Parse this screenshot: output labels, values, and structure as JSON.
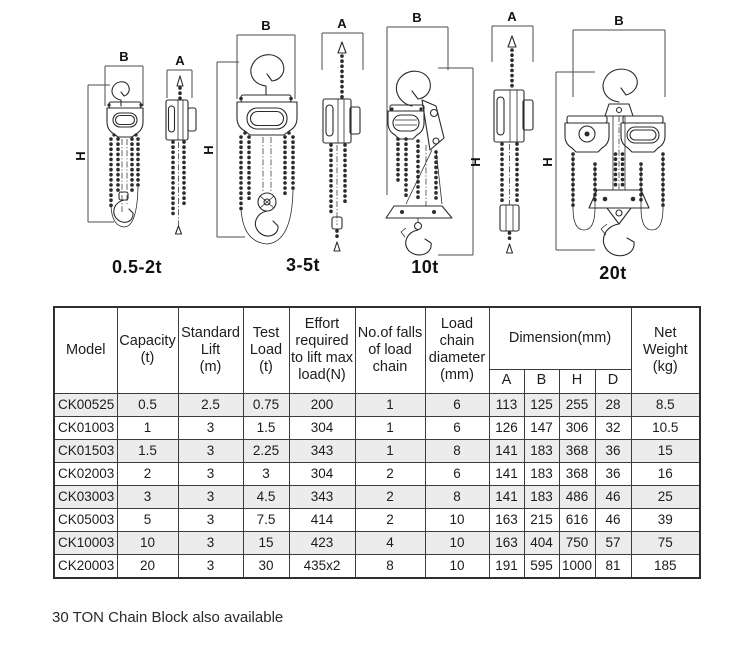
{
  "diagrams": {
    "groups": [
      {
        "caption": "0.5-2t",
        "front": {
          "width_label": "B",
          "height_label": "H"
        },
        "side": {
          "width_label": "A"
        }
      },
      {
        "caption": "3-5t",
        "front": {
          "width_label": "B",
          "height_label": "H"
        },
        "side": {
          "width_label": "A"
        }
      },
      {
        "caption": "10t",
        "front": {
          "width_label": "B",
          "height_label": "H"
        },
        "side": {
          "width_label": "A"
        }
      },
      {
        "caption": "20t",
        "front": {
          "width_label": "B",
          "height_label": "H"
        }
      }
    ]
  },
  "table": {
    "headers": {
      "model": "Model",
      "capacity": "Capacity\n(t)",
      "standard_lift": "Standard\nLift\n(m)",
      "test_load": "Test\nLoad\n(t)",
      "effort": "Effort\nrequired\nto lift max\nload(N)",
      "falls": "No.of falls\nof load\nchain",
      "chain_diameter": "Load\nchain\ndiameter\n(mm)",
      "dimension": "Dimension(mm)",
      "dim_sub": [
        "A",
        "B",
        "H",
        "D"
      ],
      "net_weight": "Net\nWeight\n(kg)"
    },
    "rows": [
      [
        "CK00525",
        "0.5",
        "2.5",
        "0.75",
        "200",
        "1",
        "6",
        "113",
        "125",
        "255",
        "28",
        "8.5"
      ],
      [
        "CK01003",
        "1",
        "3",
        "1.5",
        "304",
        "1",
        "6",
        "126",
        "147",
        "306",
        "32",
        "10.5"
      ],
      [
        "CK01503",
        "1.5",
        "3",
        "2.25",
        "343",
        "1",
        "8",
        "141",
        "183",
        "368",
        "36",
        "15"
      ],
      [
        "CK02003",
        "2",
        "3",
        "3",
        "304",
        "2",
        "6",
        "141",
        "183",
        "368",
        "36",
        "16"
      ],
      [
        "CK03003",
        "3",
        "3",
        "4.5",
        "343",
        "2",
        "8",
        "141",
        "183",
        "486",
        "46",
        "25"
      ],
      [
        "CK05003",
        "5",
        "3",
        "7.5",
        "414",
        "2",
        "10",
        "163",
        "215",
        "616",
        "46",
        "39"
      ],
      [
        "CK10003",
        "10",
        "3",
        "15",
        "423",
        "4",
        "10",
        "163",
        "404",
        "750",
        "57",
        "75"
      ],
      [
        "CK20003",
        "20",
        "3",
        "30",
        "435x2",
        "8",
        "10",
        "191",
        "595",
        "1000",
        "81",
        "185"
      ]
    ],
    "stripe_color": "#ececec",
    "border_color": "#3c3c3c"
  },
  "note": "30 TON Chain Block also available"
}
